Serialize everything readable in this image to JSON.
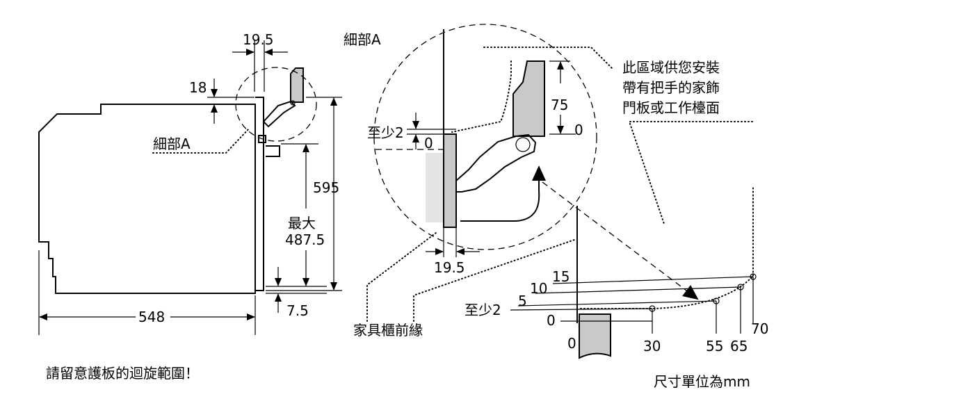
{
  "labels": {
    "detail_a_top": "細部A",
    "detail_a_left": "細部A",
    "area_note_line1": "此區域供您安裝",
    "area_note_line2": "帶有把手的家飾",
    "area_note_line3": "門板或工作檯面",
    "furniture_front": "家具櫃前緣",
    "warning": "請留意護板的迴旋範圍！",
    "units": "尺寸單位為mm",
    "max_label": "最大",
    "min_label_1": "至少2",
    "min_label_2": "至少2"
  },
  "dims": {
    "d_19_5_top": "19.5",
    "d_18": "18",
    "d_595": "595",
    "d_487_5": "487.5",
    "d_548": "548",
    "d_7_5": "7.5",
    "d_75": "75",
    "d_0_detail": "0",
    "d_0_small": "0",
    "d_19_5_detail": "19.5"
  },
  "swing_graph": {
    "y_ticks": [
      "15",
      "10",
      "5",
      "0"
    ],
    "x_ticks": [
      "0",
      "30",
      "55",
      "65",
      "70"
    ]
  }
}
